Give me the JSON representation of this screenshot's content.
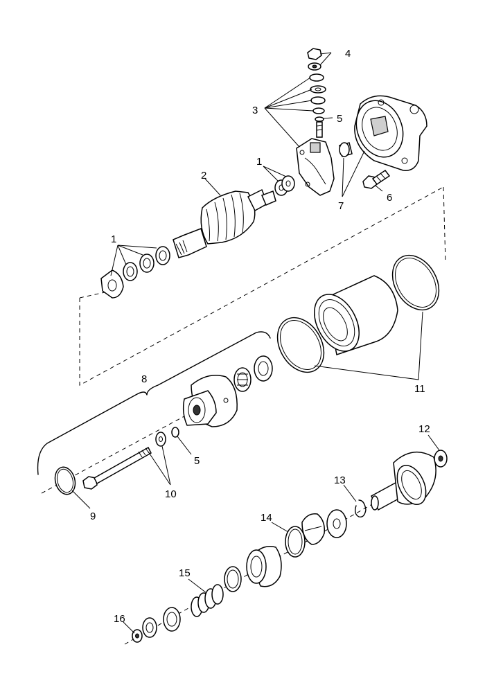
{
  "callouts": {
    "c1a": "1",
    "c1b": "1",
    "c2": "2",
    "c3": "3",
    "c4": "4",
    "c5a": "5",
    "c5b": "5",
    "c6": "6",
    "c7": "7",
    "c8": "8",
    "c9": "9",
    "c10": "10",
    "c11": "11",
    "c12": "12",
    "c13": "13",
    "c14": "14",
    "c15": "15",
    "c16": "16"
  }
}
